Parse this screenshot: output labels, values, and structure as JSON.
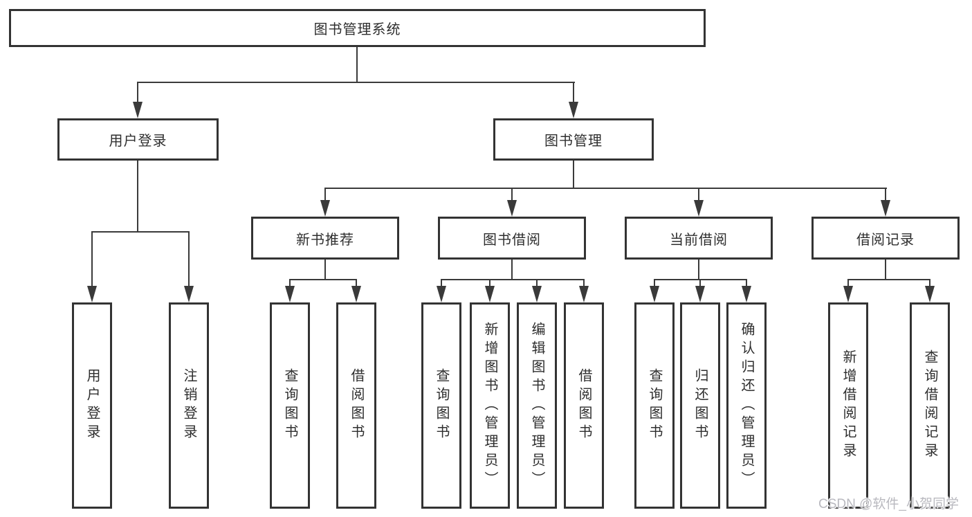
{
  "root": {
    "label": "图书管理系统"
  },
  "level2": [
    {
      "label": "用户登录"
    },
    {
      "label": "图书管理"
    }
  ],
  "level3": [
    {
      "label": "新书推荐",
      "parent": "图书管理"
    },
    {
      "label": "图书借阅",
      "parent": "图书管理"
    },
    {
      "label": "当前借阅",
      "parent": "图书管理"
    },
    {
      "label": "借阅记录",
      "parent": "图书管理"
    }
  ],
  "level4": [
    {
      "label": "用户登录",
      "parent": "用户登录"
    },
    {
      "label": "注销登录",
      "parent": "用户登录"
    },
    {
      "label": "查询图书",
      "parent": "新书推荐"
    },
    {
      "label": "借阅图书",
      "parent": "新书推荐"
    },
    {
      "label": "查询图书",
      "parent": "图书借阅"
    },
    {
      "label": "新增图书（管理员）",
      "parent": "图书借阅"
    },
    {
      "label": "编辑图书（管理员）",
      "parent": "图书借阅"
    },
    {
      "label": "借阅图书",
      "parent": "图书借阅"
    },
    {
      "label": "查询图书",
      "parent": "当前借阅"
    },
    {
      "label": "归还图书",
      "parent": "当前借阅"
    },
    {
      "label": "确认归还（管理员）",
      "parent": "当前借阅"
    },
    {
      "label": "新增借阅记录",
      "parent": "借阅记录"
    },
    {
      "label": "查询借阅记录",
      "parent": "借阅记录"
    }
  ],
  "watermark": {
    "text": "CSDN @软件_小贺同学"
  },
  "colors": {
    "line": "#3a3a3a",
    "box_border": "#333333",
    "text": "#2e2e2e",
    "background": "#ffffff",
    "watermark": "#b9b9bf"
  }
}
